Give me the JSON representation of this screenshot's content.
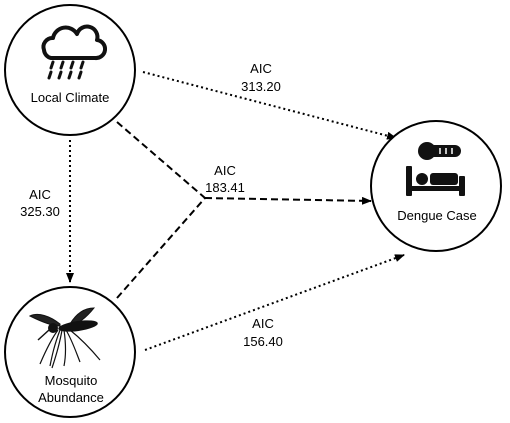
{
  "nodes": {
    "climate": {
      "label": "Local Climate",
      "icon": "rain-cloud-icon"
    },
    "dengue": {
      "label": "Dengue Case",
      "icons": [
        "thermometer-icon",
        "hospital-bed-icon"
      ]
    },
    "mosquito": {
      "label_line1": "Mosquito",
      "label_line2": "Abundance",
      "icon": "mosquito-icon"
    }
  },
  "edges": {
    "climate_to_dengue": {
      "metric": "AIC",
      "value": "313.20",
      "style": "dotted"
    },
    "climate_to_mosquito": {
      "metric": "AIC",
      "value": "325.30",
      "style": "dotted"
    },
    "combined_to_dengue": {
      "metric": "AIC",
      "value": "183.41",
      "style": "dashed"
    },
    "mosquito_to_dengue": {
      "metric": "AIC",
      "value": "156.40",
      "style": "dotted"
    }
  },
  "colors": {
    "stroke": "#000000",
    "icon": "#111111",
    "background": "#ffffff"
  }
}
